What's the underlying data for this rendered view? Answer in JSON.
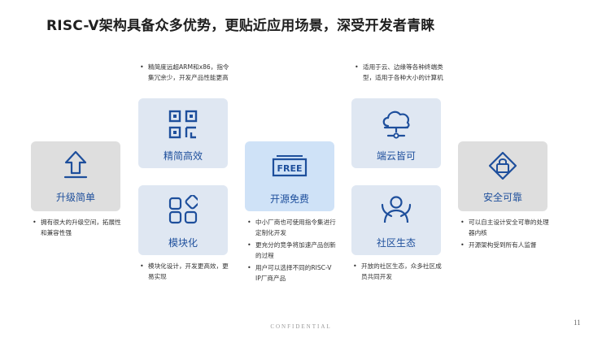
{
  "title": "RISC-V架构具备众多优势，更贴近应用场景，深受开发者青睐",
  "cards": {
    "upgrade": {
      "label": "升级简单",
      "icon": "upload-arrow-icon",
      "bullets": [
        "拥有很大的升级空间，拓展性和兼容性强"
      ]
    },
    "lean": {
      "label": "精简高效",
      "icon": "qr-code-icon",
      "bullets": [
        "精简度远超ARM和x86，指令集冗余少，开发产品性能更高"
      ]
    },
    "modular": {
      "label": "模块化",
      "icon": "modules-icon",
      "bullets": [
        "模块化设计，开发更高效，更易实现"
      ]
    },
    "free": {
      "label": "开源免费",
      "icon": "free-tag-icon",
      "icon_text": "FREE",
      "bullets": [
        "中小厂商也可使用指令集进行定制化开发",
        "更充分的竞争将加速产品创新的过程",
        "用户可以选择不同的RISC-V IP厂商产品"
      ]
    },
    "cloud": {
      "label": "端云皆可",
      "icon": "cloud-network-icon",
      "bullets": [
        "适用于云、边缘等各种终端类型，适用于各种大小的计算机"
      ]
    },
    "community": {
      "label": "社区生态",
      "icon": "community-icon",
      "bullets": [
        "开放的社区生态，众多社区成员共同开发"
      ]
    },
    "secure": {
      "label": "安全可靠",
      "icon": "lock-icon",
      "bullets": [
        "可以自主设计安全可靠的处理器内核",
        "开源架构受到所有人监督"
      ]
    }
  },
  "footer": {
    "confidential": "CONFIDENTIAL",
    "page": "11"
  },
  "colors": {
    "accent": "#1e4f9c",
    "gray_card": "#dedede",
    "blue_card": "#dfe7f2",
    "highlight_card": "#cfe2f7"
  }
}
